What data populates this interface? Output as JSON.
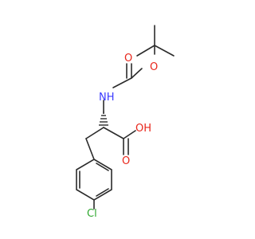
{
  "colors": {
    "bond": "#2b2b2b",
    "oxygen": "#e8261b",
    "nitrogen": "#3a3aff",
    "chlorine": "#2fa82f"
  },
  "atoms": {
    "o_ester": "O",
    "o_carbonyl_boc": "O",
    "nh": "NH",
    "oh": "OH",
    "o_carbonyl_acid": "O",
    "cl": "Cl"
  }
}
